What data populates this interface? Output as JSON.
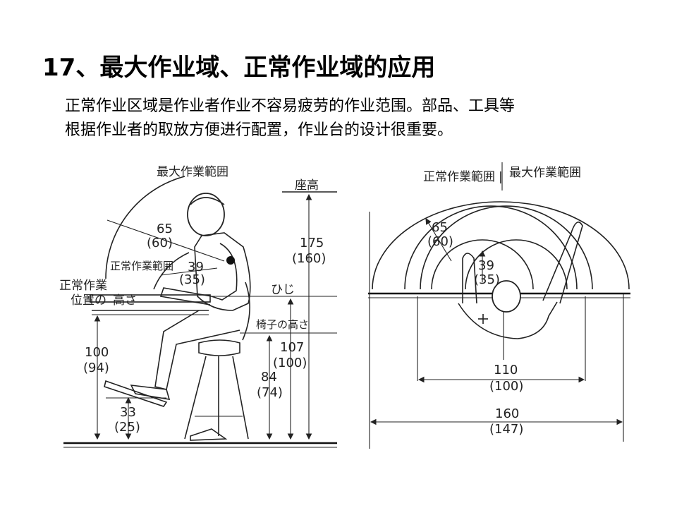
{
  "slide": {
    "title": "17、最大作业域、正常作业域的应用",
    "paragraph_lines": [
      "正常作业区域是作业者作业不容易疲劳的作业范围。部品、工具等",
      "根据作业者的取放方便进行配置，作业台的设计很重要。"
    ]
  },
  "side_view": {
    "max_range_label": "最大作業範囲",
    "seat_height_label": "座高",
    "normal_range_label": "正常作業範囲",
    "normal_pos_line1": "正常作業",
    "normal_pos_line2": "位置の",
    "normal_pos_line3": "高さ",
    "elbow_label": "ひじ",
    "chair_height_label": "椅子の高さ",
    "reach_max": "65",
    "reach_max_alt": "(60)",
    "reach_normal": "39",
    "reach_normal_alt": "(35)",
    "height_175": "175",
    "height_160": "(160)",
    "height_107": "107",
    "height_100": "(100)",
    "height_84": "84",
    "height_74": "(74)",
    "table_100": "100",
    "table_94": "(94)",
    "foot_33": "33",
    "foot_25": "(25)"
  },
  "top_view": {
    "normal_range_label": "正常作業範囲",
    "divider": "|",
    "max_range_label": "最大作業範囲",
    "reach_max": "65",
    "reach_max_alt": "(60)",
    "reach_normal": "39",
    "reach_normal_alt": "(35)",
    "width_110": "110",
    "width_100": "(100)",
    "width_160": "160",
    "width_147": "(147)"
  }
}
